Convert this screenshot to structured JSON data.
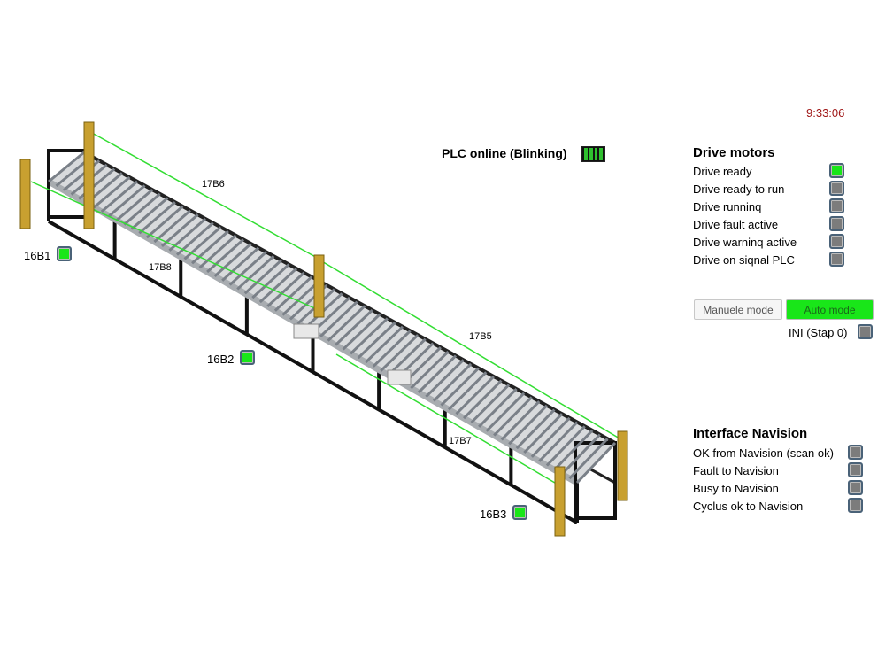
{
  "clock": "9:33:06",
  "plc": {
    "label": "PLC online (Blinking)",
    "icon": "plc-rack-icon"
  },
  "sensors": [
    {
      "id": "16B1",
      "state": "on"
    },
    {
      "id": "16B2",
      "state": "on"
    },
    {
      "id": "16B3",
      "state": "on"
    }
  ],
  "beams": [
    "17B6",
    "17B8",
    "17B5",
    "17B7"
  ],
  "drive_motors": {
    "title": "Drive motors",
    "items": [
      {
        "label": "Drive ready",
        "state": "on"
      },
      {
        "label": "Drive ready to run",
        "state": "off"
      },
      {
        "label": "Drive runninq",
        "state": "off"
      },
      {
        "label": "Drive fault active",
        "state": "off"
      },
      {
        "label": "Drive warninq active",
        "state": "off"
      },
      {
        "label": "Drive on siqnal PLC",
        "state": "off"
      }
    ]
  },
  "modes": {
    "manual": "Manuele mode",
    "auto": "Auto mode",
    "ini": "INI (Stap 0)",
    "ini_state": "off"
  },
  "navision": {
    "title": "Interface Navision",
    "items": [
      {
        "label": "OK from Navision (scan ok)",
        "state": "off"
      },
      {
        "label": "Fault to Navision",
        "state": "off"
      },
      {
        "label": "Busy to Navision",
        "state": "off"
      },
      {
        "label": "Cyclus ok to Navision",
        "state": "off"
      }
    ]
  },
  "colors": {
    "on": "#19e619",
    "off": "#7c7c7c",
    "beam": "#33dd33",
    "clock": "#a01818",
    "post": "#c8a030"
  }
}
